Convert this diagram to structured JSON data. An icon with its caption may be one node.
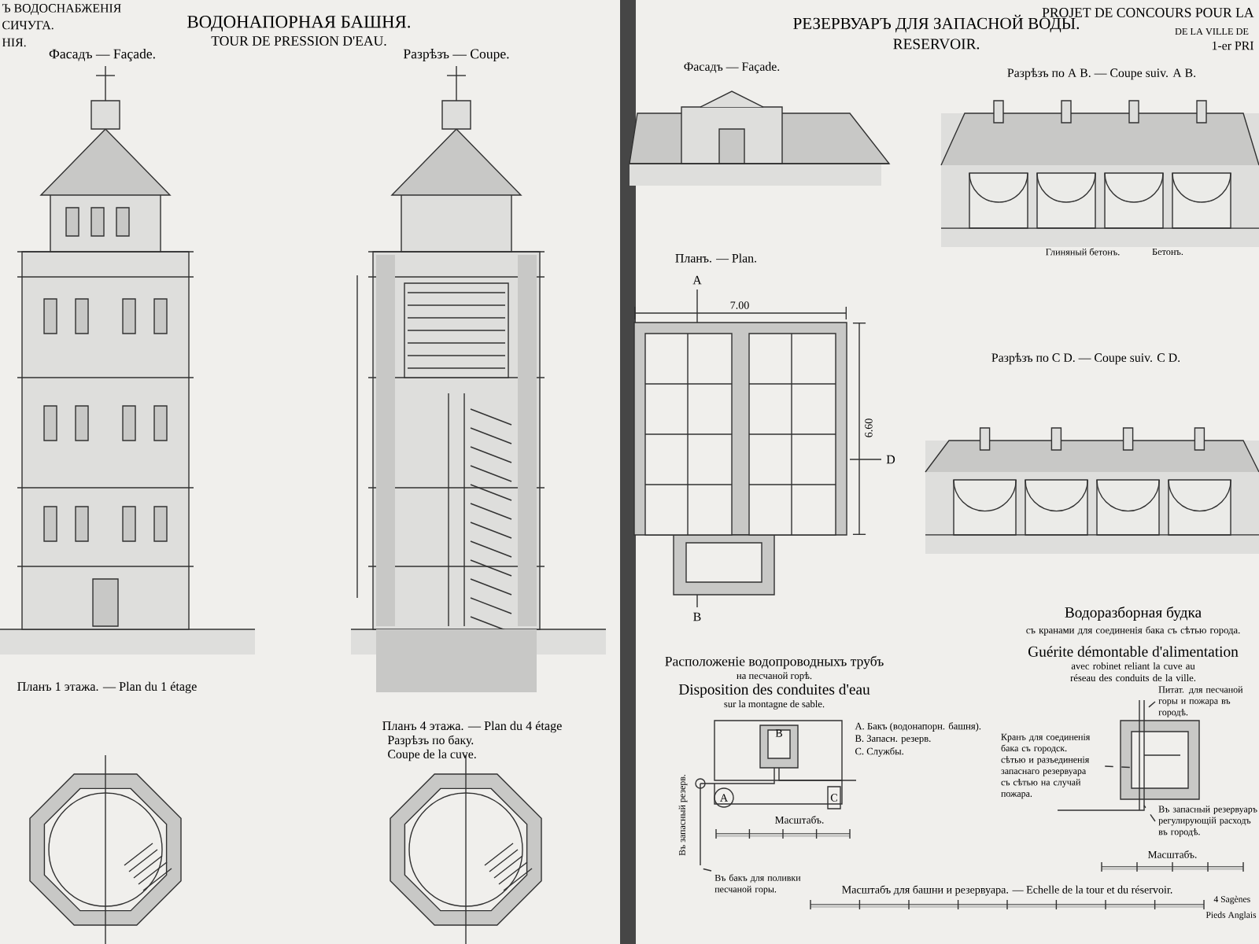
{
  "diagram": {
    "nodes": [
      {
        "text": [
          "Питат. для песчаной горы и пожара въ городѣ."
        ]
      },
      {
        "text": [
          "Кранъ для соединенія бака съ городск. сѣтью и разъединенія запаснаго резервуара съ сѣтью на случай пожара."
        ]
      },
      {
        "text": [
          "Въ запасный резервуаръ регулирующій расходъ въ городѣ."
        ]
      },
      {
        "text": [
          "Въ бакъ для поливки песчаной горы."
        ]
      }
    ],
    "edges": [
      {
        "from": 0,
        "to": null,
        "arrow": "none",
        "style": "dashed"
      },
      {
        "from": 1,
        "to": null,
        "arrow": "none",
        "style": "dashed"
      },
      {
        "from": 2,
        "to": null,
        "arrow": "none",
        "style": "dashed"
      },
      {
        "from": 3,
        "to": null,
        "arrow": "none",
        "style": "dashed"
      }
    ],
    "labels": [
      "Ъ ВОДОСНАБЖЕНІЯ",
      "СИЧУГА.",
      "НІЯ.",
      "ВОДОНАПОРНАЯ БАШНЯ.",
      "TOUR DE PRESSION D'EAU.",
      "Фасадъ — Façade.",
      "Разрѣзъ — Coupe.",
      "Планъ 1 этажа. — Plan du 1 étage",
      "Планъ 4 этажа. — Plan du 4 étage",
      "Разрѣзъ по баку.",
      "Coupe de la cuve.",
      "РЕЗЕРВУАРЪ ДЛЯ ЗАПАСНОЙ ВОДЫ.",
      "RESERVOIR.",
      "PROJET DE CONCOURS POUR LA",
      "DE LA VILLE DE",
      "1-er PRI",
      "Фасадъ — Façade.",
      "Разрѣзъ по A B. — Coupe suiv. A B.",
      "Глиняный бетонъ.",
      "Бетонъ.",
      "Планъ. — Plan.",
      "A",
      "7.00",
      "6.60",
      "D",
      "B",
      "Разрѣзъ по C D. — Coupe suiv. C D.",
      "Водоразборная будка",
      "съ кранами для соединенія бака съ сѣтью города.",
      "Guérite démontable d'alimentation",
      "avec robinet reliant la cuve au réseau des conduits de la ville.",
      "Расположеніе водопроводныхъ трубъ",
      "на песчаной горѣ.",
      "Disposition des conduites d'eau",
      "sur la montagne de sable.",
      "B",
      "A",
      "C",
      "A. Бакъ (водонапорн. башня).",
      "B. Запасн. резерв.",
      "C. Службы.",
      "Въ запасный резерв.",
      "Масштабъ.",
      "Масштабъ.",
      "Масштабъ для башни и резервуара. — Echelle de la tour et du réservoir.",
      "4 Sagènes",
      "Pieds Anglais"
    ]
  }
}
